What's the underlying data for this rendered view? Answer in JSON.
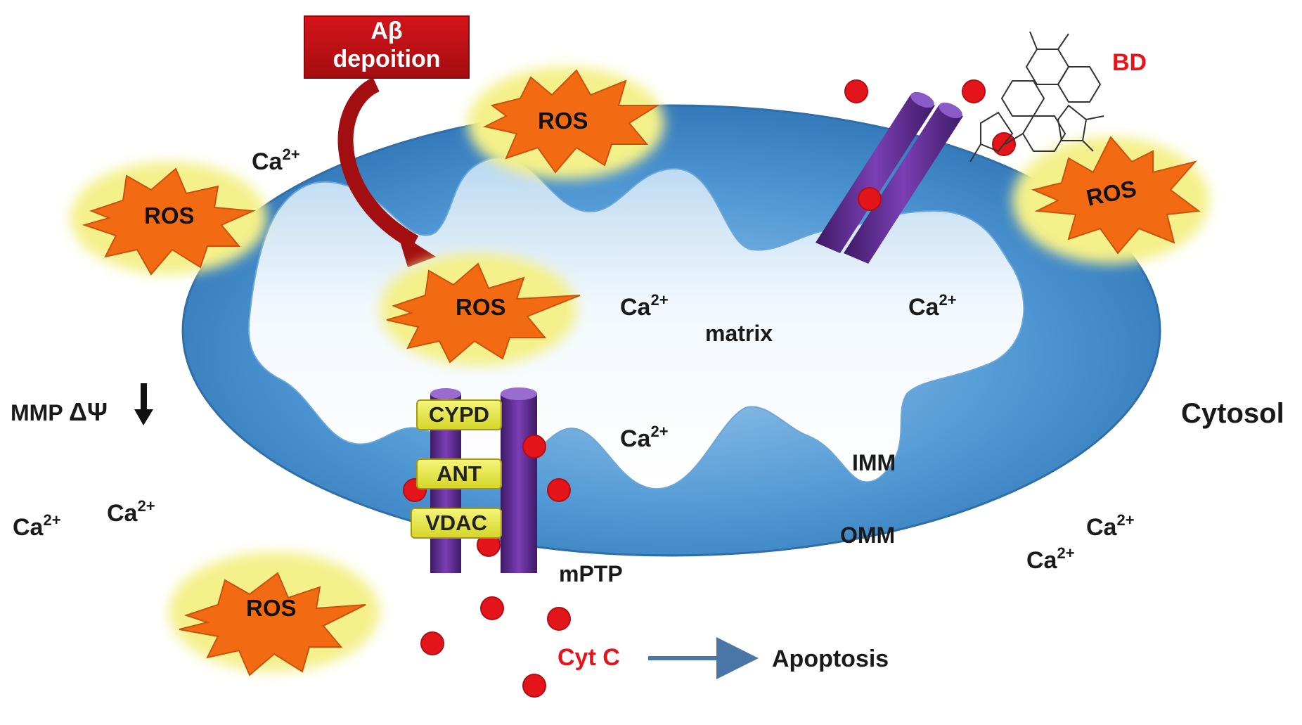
{
  "labels": {
    "ab_line1": "Aβ",
    "ab_line2": "depoition",
    "bd": "BD",
    "ros": "ROS",
    "ca_base": "Ca",
    "ca_sup": "2+",
    "matrix": "matrix",
    "cytosol": "Cytosol",
    "mmp": "MMP",
    "delta_psi": "ΔΨ",
    "cypd": "CYPD",
    "ant": "ANT",
    "vdac": "VDAC",
    "imm": "IMM",
    "omm": "OMM",
    "mptp": "mPTP",
    "cytc": "Cyt C",
    "apoptosis": "Apoptosis"
  },
  "colors": {
    "mito_outer": "#3b87c8",
    "mito_inner_light": "#eef5fb",
    "ros_fill": "#f26b12",
    "ros_glow": "#f4f08a",
    "channel": "#5b2d8c",
    "cytc_dot": "#e4141b",
    "arrow_red": "#a30f10",
    "arrow_blue": "#4a77a8",
    "bd_text": "#e8141b",
    "cytc_text": "#e8141b"
  }
}
